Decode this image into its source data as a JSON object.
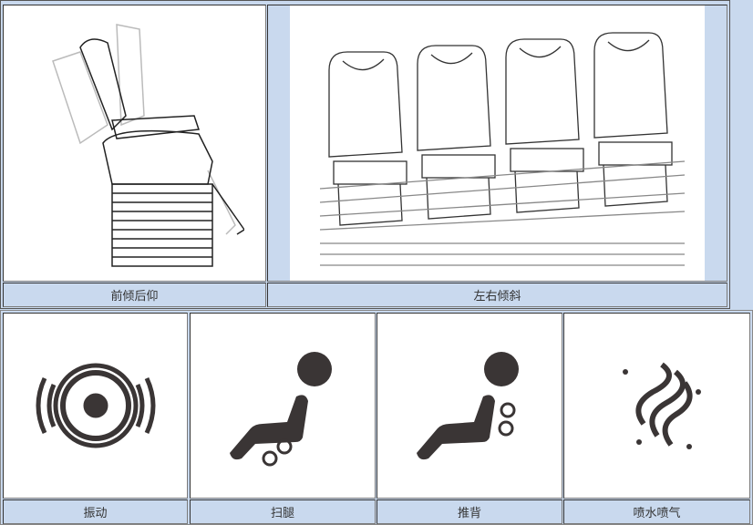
{
  "top": [
    {
      "label": "前倾后仰",
      "icon": "chair-tilt-forward-back-icon"
    },
    {
      "label": "左右倾斜",
      "icon": "seat-row-tilt-left-right-icon"
    }
  ],
  "bottom": [
    {
      "label": "振动",
      "icon": "vibration-icon"
    },
    {
      "label": "扫腿",
      "icon": "leg-sweep-icon"
    },
    {
      "label": "推背",
      "icon": "back-push-icon"
    },
    {
      "label": "喷水喷气",
      "icon": "water-air-spray-icon"
    }
  ],
  "colors": {
    "bg": "#c9d9ee",
    "icon": "#3a3535"
  }
}
